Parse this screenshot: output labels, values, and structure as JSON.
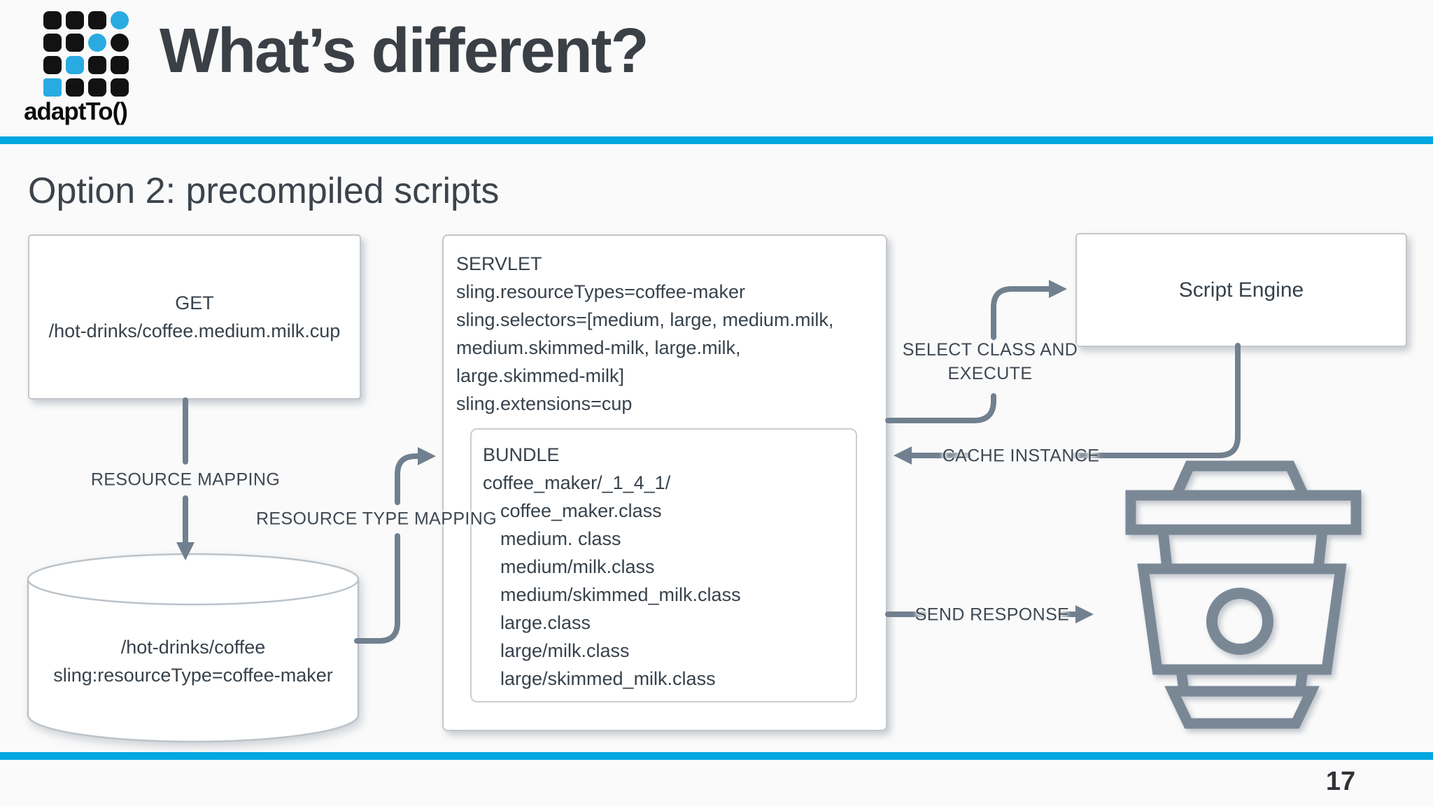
{
  "slide": {
    "brand": "adaptTo()",
    "title": "What’s different?",
    "subtitle": "Option 2: precompiled scripts",
    "page_number": "17",
    "logo_grid_pattern": [
      "kkkB",
      "kkBk",
      "kBkk",
      "Bkkk"
    ],
    "colors": {
      "accent_blue": "#00A7E1",
      "logo_blue": "#29ABE2",
      "arrow_gray": "#71808F",
      "cup_gray": "#7A8896",
      "box_border": "#C2C7CC",
      "box_text": "#37424C",
      "label_text": "#3E4852",
      "title_text": "#3A4046"
    }
  },
  "diagram": {
    "request_box": {
      "method": "GET",
      "path": "/hot-drinks/coffee.medium.milk.cup"
    },
    "labels": {
      "resource_mapping": "RESOURCE MAPPING",
      "resource_type_mapping": "RESOURCE TYPE MAPPING",
      "select_class_line1": "SELECT CLASS AND",
      "select_class_line2": "EXECUTE",
      "cache_instance": "CACHE INSTANCE",
      "send_response": "SEND RESPONSE"
    },
    "repository_cylinder": {
      "line1": "/hot-drinks/coffee",
      "line2": "sling:resourceType=coffee-maker"
    },
    "servlet_box": {
      "title": "SERVLET",
      "properties": [
        "sling.resourceTypes=coffee-maker",
        "sling.selectors=[medium, large, medium.milk, medium.skimmed-milk, large.milk, large.skimmed-milk]",
        "sling.extensions=cup"
      ]
    },
    "bundle_box": {
      "title": "BUNDLE",
      "path": "coffee_maker/_1_4_1/",
      "classes": [
        "coffee_maker.class",
        "medium. class",
        "medium/milk.class",
        "medium/skimmed_milk.class",
        "large.class",
        "large/milk.class",
        "large/skimmed_milk.class"
      ]
    },
    "script_engine_box": {
      "label": "Script Engine"
    }
  }
}
